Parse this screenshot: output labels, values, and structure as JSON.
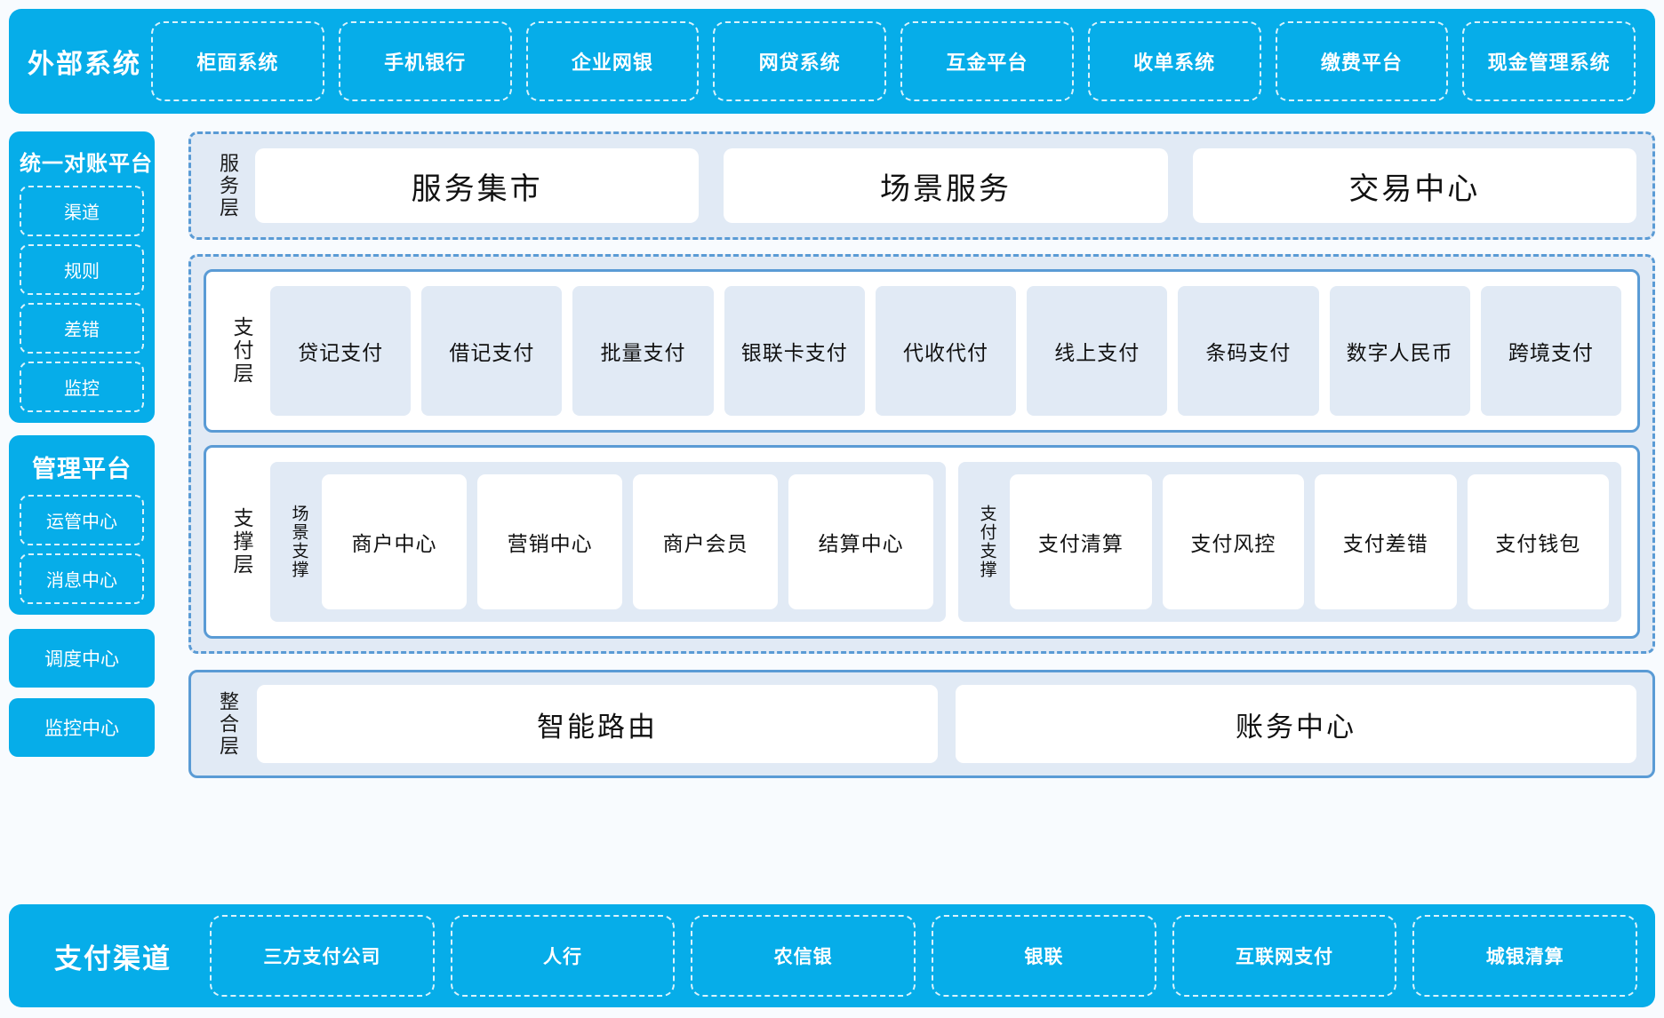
{
  "external_systems": {
    "title": "外部系统",
    "items": [
      "柜面系统",
      "手机银行",
      "企业网银",
      "网贷系统",
      "互金平台",
      "收单系统",
      "缴费平台",
      "现金管理系统"
    ]
  },
  "rail": {
    "reconciliation": {
      "title": "统一对账平台",
      "items": [
        "渠道",
        "规则",
        "差错",
        "监控"
      ]
    },
    "management": {
      "title": "管理平台",
      "items": [
        "运管中心",
        "消息中心"
      ]
    },
    "standalone": [
      "调度中心",
      "监控中心"
    ]
  },
  "service_layer": {
    "label": "服务层",
    "cards": [
      "服务集市",
      "场景服务",
      "交易中心"
    ]
  },
  "payment_layer": {
    "label": "支付层",
    "cards": [
      "贷记支付",
      "借记支付",
      "批量支付",
      "银联卡支付",
      "代收代付",
      "线上支付",
      "条码支付",
      "数字人民币",
      "跨境支付"
    ]
  },
  "support_layer": {
    "label": "支撑层",
    "groups": [
      {
        "label": "场景支撑",
        "cards": [
          "商户中心",
          "营销中心",
          "商户会员",
          "结算中心"
        ]
      },
      {
        "label": "支付支撑",
        "cards": [
          "支付清算",
          "支付风控",
          "支付差错",
          "支付钱包"
        ]
      }
    ]
  },
  "integration_layer": {
    "label": "整合层",
    "cards": [
      "智能路由",
      "账务中心"
    ]
  },
  "payment_channels": {
    "title": "支付渠道",
    "items": [
      "三方支付公司",
      "人行",
      "农信银",
      "银联",
      "互联网支付",
      "城银清算"
    ]
  },
  "colors": {
    "brand_blue": "#06ade9",
    "panel_border_blue": "#5a9bd5",
    "panel_fill_blue": "#e1eaf5",
    "page_background": "#f8fbfe",
    "card_white": "#ffffff"
  }
}
